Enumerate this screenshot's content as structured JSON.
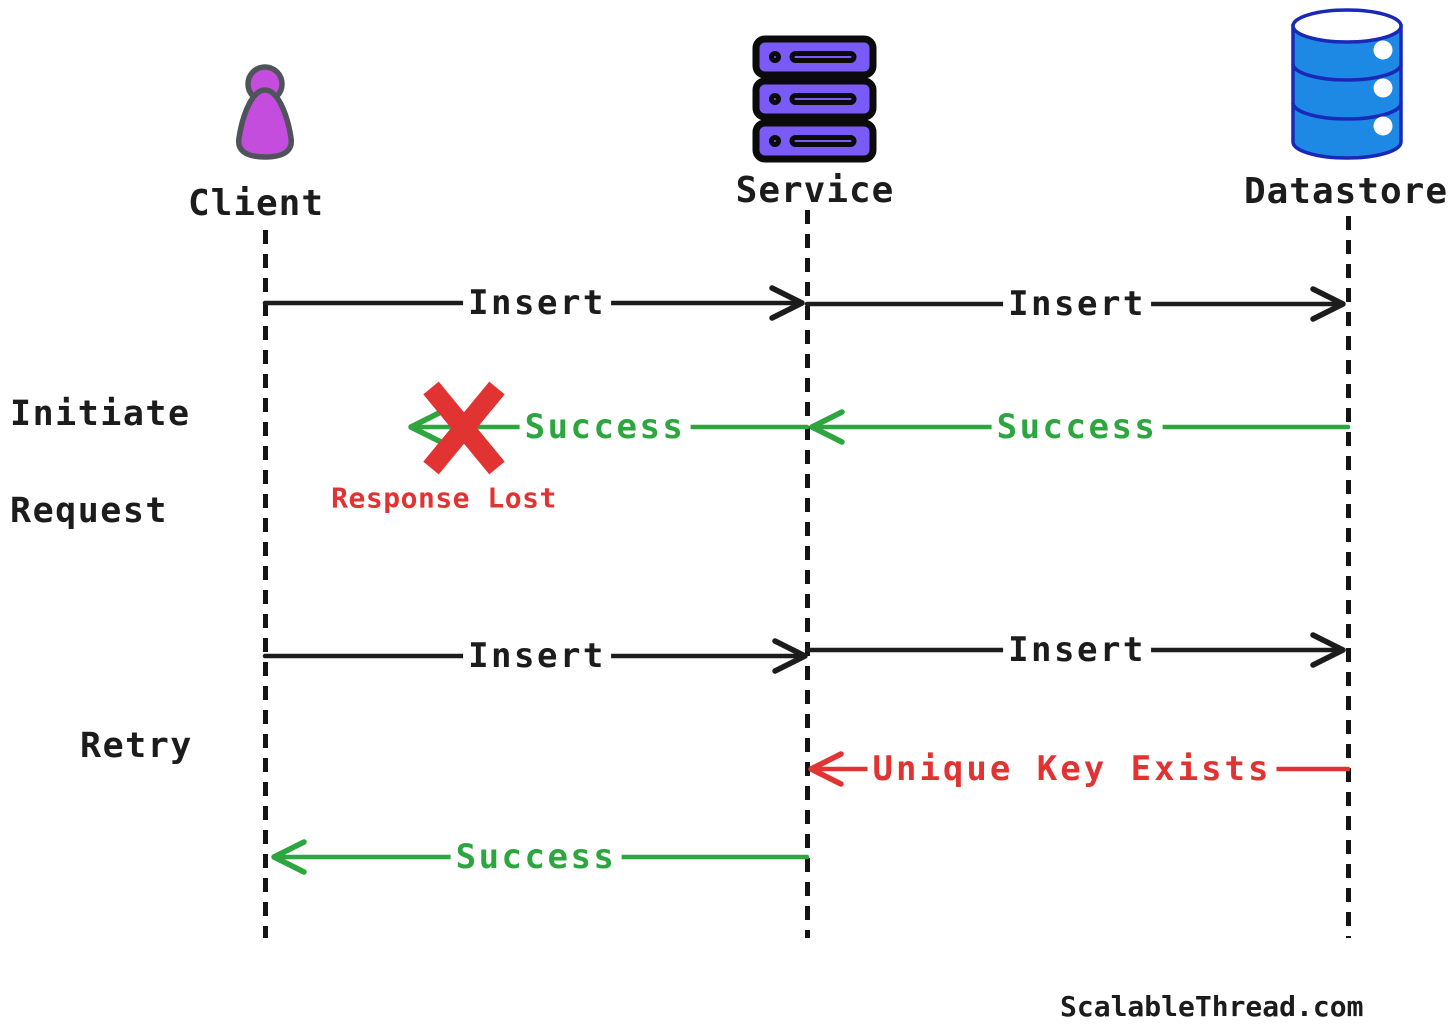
{
  "diagram_type": "sequence-diagram",
  "actors": [
    {
      "name": "Client",
      "icon": "person-icon",
      "color": "#c44ddd"
    },
    {
      "name": "Service",
      "icon": "server-icon",
      "color": "#7a5bf7"
    },
    {
      "name": "Datastore",
      "icon": "database-icon",
      "color": "#1e88e5"
    }
  ],
  "phases": [
    {
      "line1": "Initiate",
      "line2": "Request"
    },
    {
      "line1": "Retry"
    }
  ],
  "messages": [
    {
      "from": "Client",
      "to": "Service",
      "label": "Insert",
      "type": "request"
    },
    {
      "from": "Service",
      "to": "Datastore",
      "label": "Insert",
      "type": "request"
    },
    {
      "from": "Datastore",
      "to": "Service",
      "label": "Success",
      "type": "success"
    },
    {
      "from": "Service",
      "to": "Client",
      "label": "Success",
      "type": "success",
      "delivered": false,
      "note": "Response Lost"
    },
    {
      "from": "Client",
      "to": "Service",
      "label": "Insert",
      "type": "request"
    },
    {
      "from": "Service",
      "to": "Datastore",
      "label": "Insert",
      "type": "request"
    },
    {
      "from": "Datastore",
      "to": "Service",
      "label": "Unique Key Exists",
      "type": "error"
    },
    {
      "from": "Service",
      "to": "Client",
      "label": "Success",
      "type": "success"
    }
  ],
  "footer": "ScalableThread.com",
  "colors": {
    "request": "#1c1c1c",
    "success": "#2ea63f",
    "error": "#e23333",
    "client_fill": "#c44ddd",
    "client_stroke": "#4e545a",
    "service_fill": "#7a5bf7",
    "service_stroke": "#0b0b0b",
    "datastore_fill": "#1e88e5",
    "datastore_stroke": "#1a28b8"
  }
}
